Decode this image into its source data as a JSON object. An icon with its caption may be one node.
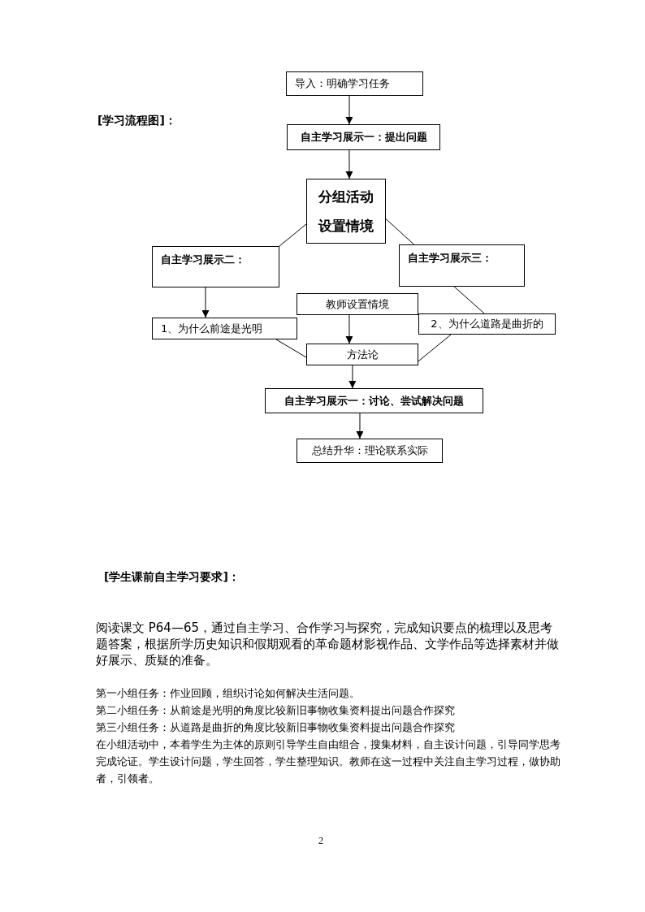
{
  "diagram": {
    "title": "[学习流程图]：",
    "nodes": [
      {
        "text": [
          "导入：明确学习任务"
        ]
      },
      {
        "text": [
          "自主学习展示一：提出问题"
        ]
      },
      {
        "text": [
          "分组活动",
          "设置情境"
        ]
      },
      {
        "text": [
          "自主学习展示二："
        ]
      },
      {
        "text": [
          "自主学习展示三："
        ]
      },
      {
        "text": [
          "教师设置情境"
        ]
      },
      {
        "text": [
          "1、为什么前途是光明"
        ]
      },
      {
        "text": [
          "2、为什么道路是曲折的"
        ]
      },
      {
        "text": [
          "方法论"
        ]
      },
      {
        "text": [
          "自主学习展示一：讨论、尝试解决问题"
        ]
      },
      {
        "text": [
          "总结升华：理论联系实际"
        ]
      }
    ],
    "edges": [
      {
        "from": 0,
        "to": 1,
        "arrow": "to"
      },
      {
        "from": 1,
        "to": 2,
        "arrow": "to"
      },
      {
        "from": 2,
        "to": 3,
        "arrow": "none"
      },
      {
        "from": 2,
        "to": 4,
        "arrow": "none"
      },
      {
        "from": 3,
        "to": 6,
        "arrow": "to"
      },
      {
        "from": 4,
        "to": 7,
        "arrow": "none"
      },
      {
        "from": 5,
        "to": 8,
        "arrow": "to"
      },
      {
        "from": 6,
        "to": 8,
        "arrow": "none"
      },
      {
        "from": 7,
        "to": 8,
        "arrow": "none"
      },
      {
        "from": 8,
        "to": 9,
        "arrow": "to"
      },
      {
        "from": 9,
        "to": 10,
        "arrow": "to"
      }
    ],
    "labels": [
      "[学生课前自主学习要求]：",
      "阅读课文 P64—65，通过自主学习、合作学习与探究，完成知识要点的梳理以及思考题答案，根据所学历史知识和假期观看的革命题材影视作品、文学作品等选择素材并做好展示、质疑的准备。",
      "第一小组任务：作业回顾，组织讨论如何解决生活问题。",
      "第二小组任务：从前途是光明的角度比较新旧事物收集资料提出问题合作探究",
      "第三小组任务：从道路是曲折的角度比较新旧事物收集资料提出问题合作探究",
      "在小组活动中，本着学生为主体的原则引导学生自由组合，搜集材料，自主设计问题，引导同学思考完成论证。学生设计问题，学生回答，学生整理知识。教师在这一过程中关注自主学习过程，做协助者，引领者。",
      "2"
    ]
  }
}
